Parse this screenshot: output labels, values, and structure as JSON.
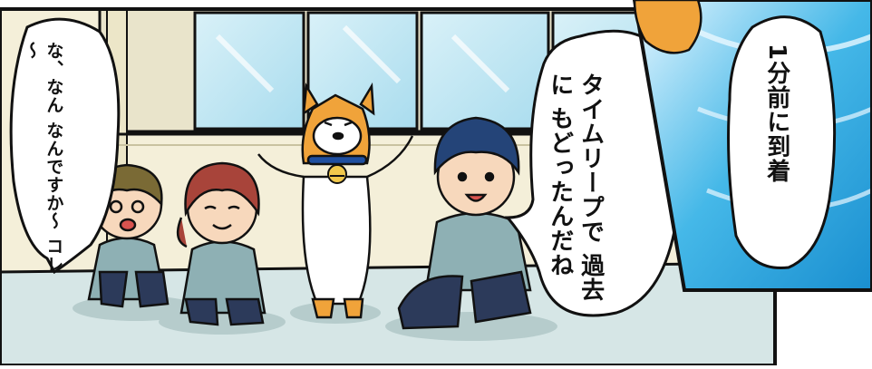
{
  "bubbles": {
    "left_lines": [
      "な、なん",
      "なんですか～",
      "コレ～"
    ],
    "middle_lines": [
      "タイムリープで",
      "過去に",
      "もどったんだね"
    ],
    "right_lines": [
      "1分前に到着"
    ]
  },
  "colors": {
    "outline": "#111111",
    "window_glass": "#bfe6f3",
    "wall": "#f4efd9",
    "floor": "#d6e6e6",
    "uniform": "#8eb0b4",
    "pants": "#2c3a5a",
    "shiba_orange": "#f0a33a",
    "blue_panel": "#2fa8dc"
  },
  "icons": [
    "shiba-dog-icon",
    "bell-icon"
  ]
}
